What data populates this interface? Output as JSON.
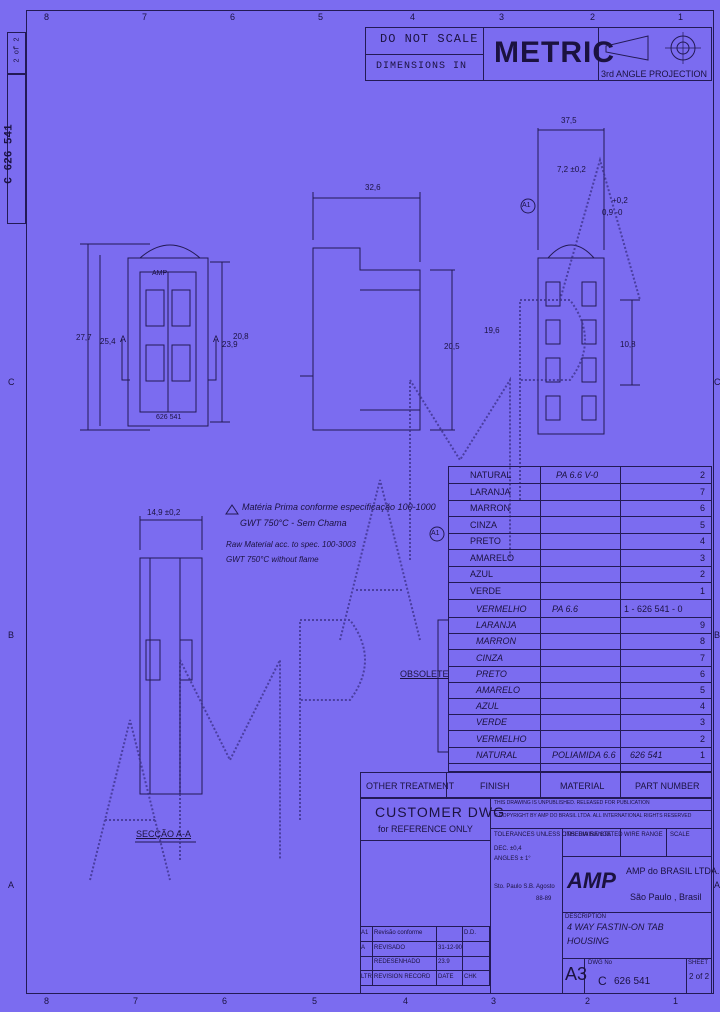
{
  "zones_top": [
    "8",
    "7",
    "6",
    "5",
    "4",
    "3",
    "2",
    "1"
  ],
  "zones_bottom": [
    "8",
    "7",
    "6",
    "5",
    "4",
    "3",
    "2",
    "1"
  ],
  "zones_side": [
    "C",
    "B",
    "A"
  ],
  "edge_sheet_label": "2 of 2",
  "edge_doc_number": "C 626 541",
  "header": {
    "do_not_scale": "DO NOT SCALE",
    "dimensions_in": "DIMENSIONS IN",
    "metric": "METRIC",
    "projection": "3rd ANGLE PROJECTION"
  },
  "dims": {
    "top_width": "37,5",
    "side_width": "32,6",
    "d1": "7,2 ±0,2",
    "d2": "+0,2",
    "d3": "0,9 -0",
    "h1": "27,7",
    "h2": "25,4",
    "h3": "20,8",
    "h4": "23,9",
    "h5": "20,5",
    "h6": "19,6",
    "h7": "10,8",
    "w8": "14,9 ±0,2",
    "ref_a1": "A1",
    "section_a": "A",
    "amp_mark": "AMP",
    "part_mark": "626 541",
    "note_a1": "A1"
  },
  "notes": {
    "n1": "Matéria Prima conforme especificação 100-1000",
    "n2": "GWT 750°C - Sem Chama",
    "n3": "Raw Material acc. to spec. 100-3003",
    "n4": "GWT 750°C without flame"
  },
  "section_label": "SECÇÃO A-A",
  "watermark": "AMPAMP",
  "colors_active": [
    {
      "color": "NATURAL",
      "material": "PA 6.6 V-0",
      "dash": "2"
    },
    {
      "color": "LARANJA",
      "dash": "7"
    },
    {
      "color": "MARRON",
      "dash": "6"
    },
    {
      "color": "CINZA",
      "dash": "5"
    },
    {
      "color": "PRETO",
      "dash": "4"
    },
    {
      "color": "AMARELO",
      "dash": "3"
    },
    {
      "color": "AZUL",
      "dash": "2"
    },
    {
      "color": "VERDE",
      "dash": "1"
    }
  ],
  "colors_obsolete": [
    {
      "color": "VERMELHO",
      "material": "PA 6.6",
      "dash": "1 - 626 541 - 0"
    },
    {
      "color": "LARANJA",
      "dash": "9"
    },
    {
      "color": "MARRON",
      "dash": "8"
    },
    {
      "color": "CINZA",
      "dash": "7"
    },
    {
      "color": "PRETO",
      "dash": "6"
    },
    {
      "color": "AMARELO",
      "dash": "5"
    },
    {
      "color": "AZUL",
      "dash": "4"
    },
    {
      "color": "VERDE",
      "dash": "3"
    },
    {
      "color": "VERMELHO",
      "dash": "2"
    },
    {
      "color": "NATURAL",
      "material": "POLIAMIDA 6.6",
      "part": "626 541",
      "dash": "1"
    }
  ],
  "obsolete_label": "OBSOLETE",
  "table_header": {
    "other_treatment": "OTHER TREATMENT",
    "finish": "FINISH",
    "material": "MATERIAL",
    "part_number": "PART NUMBER"
  },
  "title_block": {
    "customer_dwg": "CUSTOMER DWG",
    "reference_only": "for REFERENCE ONLY",
    "publication": "THIS DRAWING IS UNPUBLISHED. RELEASED FOR PUBLICATION",
    "copyright": "© COPYRIGHT BY AMP DO BRASIL LTDA. ALL INTERNATIONAL RIGHTS RESERVED",
    "tolerances": "TOLERANCES UNLESS OTHERWISE STATED",
    "tol_values": "DEC. ±0,4",
    "angles": "ANGLES ± 1°",
    "place": "Sto. Paulo S.B. Agosto",
    "year": "88-89",
    "company": "AMP do BRASIL LTDA.",
    "city": "São Paulo , Brasil",
    "amp_logo": "AMP",
    "description_label": "DESCRIPTION",
    "description": "4 WAY FASTIN-ON TAB HOUSING",
    "ins_dia_range": "INS. DIA RANGE",
    "wire_range": "WIRE RANGE",
    "scale_label": "SCALE",
    "size": "A3",
    "dwg_no_label": "DWG No",
    "dwg_no_prefix": "C",
    "dwg_no": "626 541",
    "sheet_label": "SHEET",
    "sheet": "2 of 2"
  },
  "revisions": [
    {
      "ltr": "A1",
      "desc": "Revisão conforme",
      "date": "",
      "by": "D.D."
    },
    {
      "ltr": "A",
      "desc": "REVISADO",
      "date": "31-12-90",
      "by": ""
    },
    {
      "ltr": "",
      "desc": "REDESENHADO",
      "date": "23.9",
      "by": ""
    },
    {
      "ltr": "LTR",
      "desc": "REVISION RECORD",
      "date": "DATE",
      "by": "CHK"
    }
  ]
}
